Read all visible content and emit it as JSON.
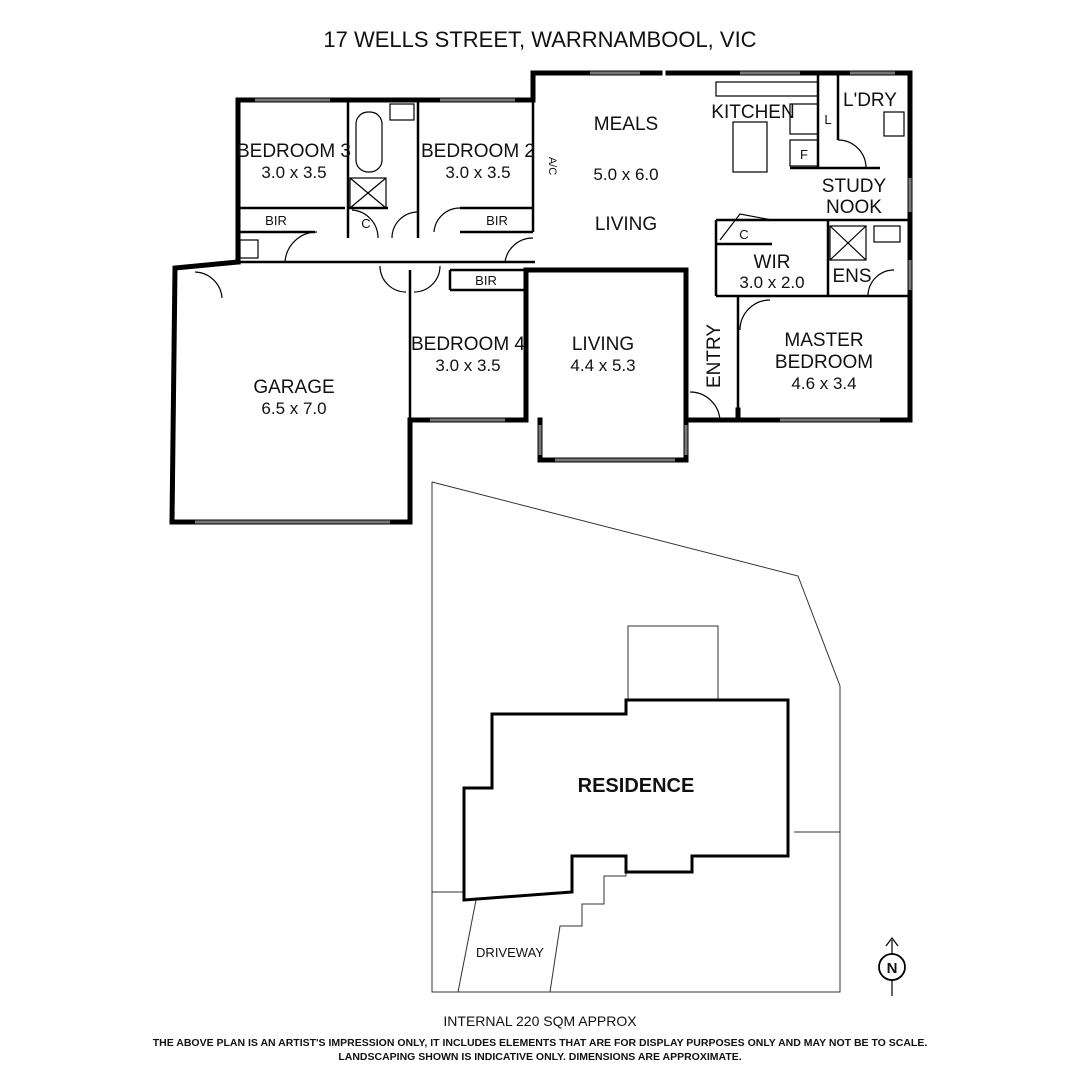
{
  "title": "17 WELLS STREET, WARRNAMBOOL, VIC",
  "rooms": {
    "bedroom3": {
      "name": "BEDROOM 3",
      "dims": "3.0 x 3.5"
    },
    "bedroom2": {
      "name": "BEDROOM 2",
      "dims": "3.0 x 3.5"
    },
    "bedroom4": {
      "name": "BEDROOM 4",
      "dims": "3.0 x 3.5"
    },
    "meals": {
      "name": "MEALS",
      "dims": "5.0 x 6.0",
      "sub": "LIVING"
    },
    "kitchen": {
      "name": "KITCHEN"
    },
    "laundry": {
      "name": "L'DRY"
    },
    "study": {
      "line1": "STUDY",
      "line2": "NOOK"
    },
    "wir": {
      "name": "WIR",
      "dims": "3.0 x 2.0"
    },
    "ens": {
      "name": "ENS"
    },
    "master": {
      "line1": "MASTER",
      "line2": "BEDROOM",
      "dims": "4.6 x 3.4"
    },
    "garage": {
      "name": "GARAGE",
      "dims": "6.5 x 7.0"
    },
    "living": {
      "name": "LIVING",
      "dims": "4.4 x 5.3"
    },
    "entry": {
      "name": "ENTRY"
    }
  },
  "fixtures": {
    "bir": "BIR",
    "cupboard": "C",
    "laundry_mark": "L",
    "fridge_mark": "F",
    "ac": "A/C"
  },
  "site": {
    "residence": "RESIDENCE",
    "driveway": "DRIVEWAY",
    "north": "N"
  },
  "footer": {
    "area": "INTERNAL 220 SQM APPROX",
    "disclaimer_line1": "THE ABOVE PLAN IS AN ARTIST'S IMPRESSION ONLY, IT INCLUDES ELEMENTS THAT ARE FOR DISPLAY PURPOSES ONLY AND MAY NOT BE TO SCALE.",
    "disclaimer_line2": "LANDSCAPING SHOWN IS INDICATIVE ONLY. DIMENSIONS ARE APPROXIMATE."
  }
}
